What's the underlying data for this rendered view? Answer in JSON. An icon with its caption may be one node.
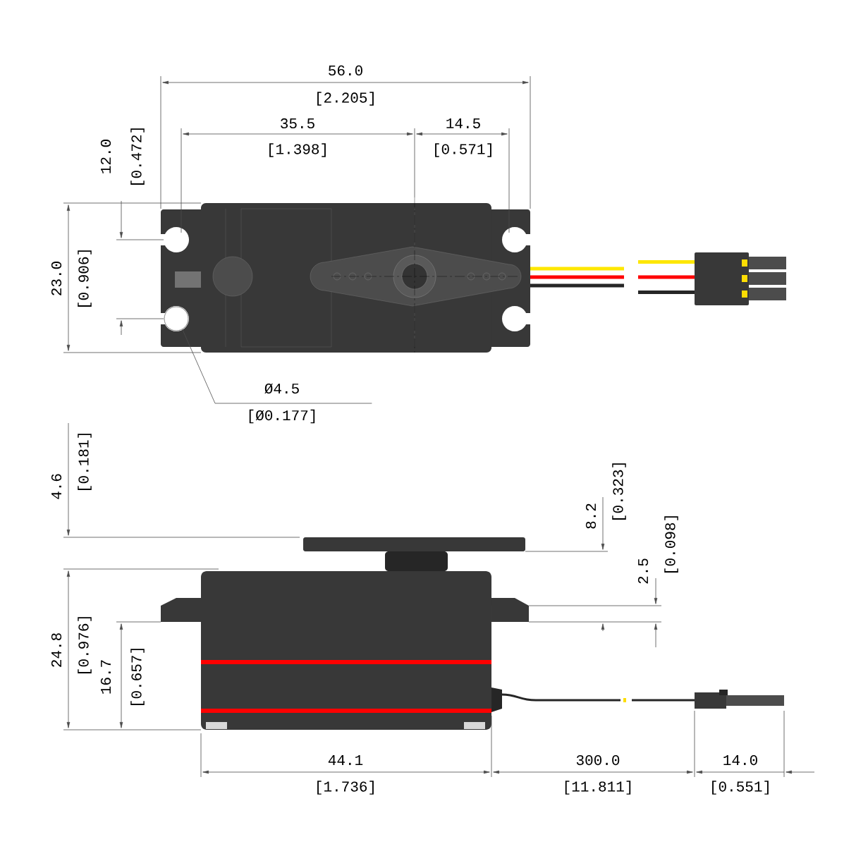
{
  "diagram": {
    "nodes": [
      {
        "text": [
          "Ø4.5",
          "[Ø0.177]"
        ]
      },
      {
        "text": [],
        "shape": "circle"
      }
    ],
    "edges": [
      {
        "from": 0,
        "to": 1,
        "arrow": "none"
      }
    ],
    "labels": [
      "56.0",
      "[2.205]",
      "35.5",
      "[1.398]",
      "14.5",
      "[0.571]",
      "12.0",
      "[0.472]",
      "23.0",
      "[0.906]",
      "4.6",
      "[0.181]",
      "8.2",
      "[0.323]",
      "2.5",
      "[0.098]",
      "24.8",
      "[0.976]",
      "16.7",
      "[0.657]",
      "44.1",
      "[1.736]",
      "300.0",
      "[11.811]",
      "14.0",
      "[0.551]"
    ]
  }
}
